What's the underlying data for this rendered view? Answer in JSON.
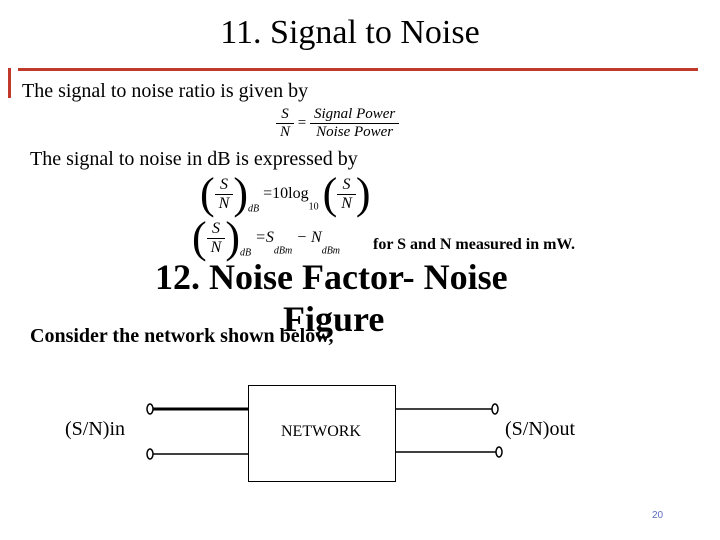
{
  "slide": {
    "title": "11. Signal to Noise",
    "intro_line": "The signal to noise ratio is given by",
    "eq1": {
      "lhs_num": "S",
      "lhs_den": "N",
      "equals": "=",
      "rhs_num": "Signal Power",
      "rhs_den": "Noise Power"
    },
    "db_line": "The signal to noise in dB is expressed by",
    "eq2": {
      "lhs_num": "S",
      "lhs_den": "N",
      "lhs_sub": "dB",
      "mid": "=10log",
      "mid_sub": "10",
      "rhs_num": "S",
      "rhs_den": "N"
    },
    "eq3": {
      "lhs_num": "S",
      "lhs_den": "N",
      "lhs_sub": "dB",
      "eq": "=S",
      "s_sub": "dBm",
      "minus": "− N",
      "n_sub": "dBm"
    },
    "condition": "for S and N measured in mW.",
    "heading2_part1": "12. Noise Factor- Noise",
    "heading2_part2": "Figure",
    "consider_line": "Consider the network shown below,",
    "diagram": {
      "input_label": "(S/N)in",
      "network_label": "NETWORK",
      "output_label": "(S/N)out"
    },
    "page_number": "20"
  },
  "colors": {
    "accent": "#c0392b",
    "page_number": "#5b6dbf"
  }
}
